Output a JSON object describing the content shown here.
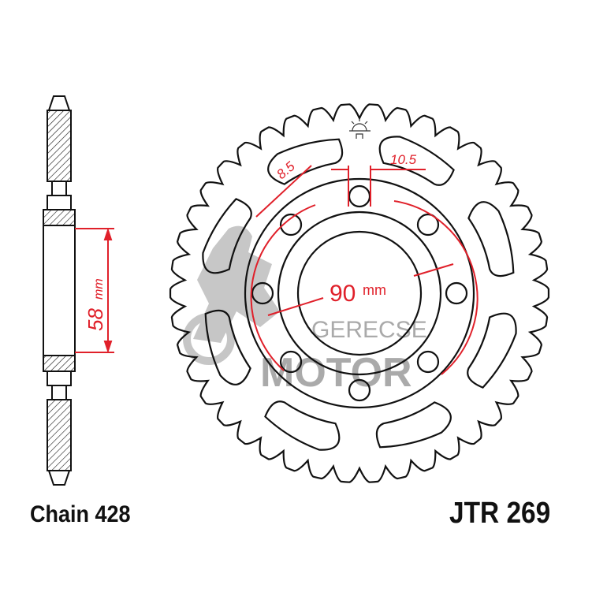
{
  "labels": {
    "chain": "Chain 428",
    "model": "JTR 269"
  },
  "dimensions": {
    "hub_thickness": "58",
    "hub_thickness_unit": "mm",
    "bolt_circle": "90",
    "bolt_circle_unit": "mm",
    "bolt_hole": "8.5",
    "center_bore_offset": "10.5"
  },
  "watermark": {
    "line1": "GERECSE",
    "line2": "MOTOR"
  },
  "colors": {
    "outline": "#111111",
    "dimension": "#e0202a",
    "watermark": "#b8b8b8"
  },
  "icons": {
    "top_mark": "sun-logo-icon"
  }
}
